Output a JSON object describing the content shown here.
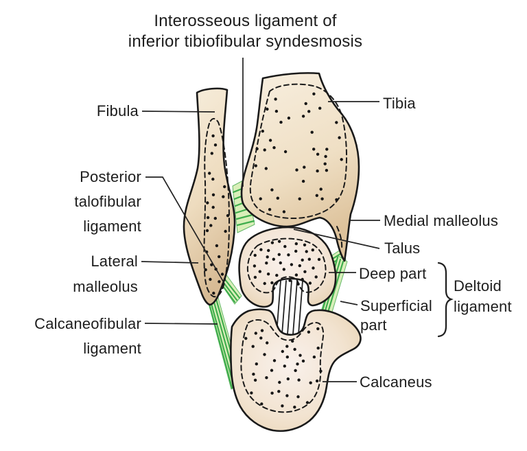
{
  "figure": {
    "title": "Interosseous ligament of\ninferior tibiofibular syndesmosis",
    "labels": {
      "fibula": "Fibula",
      "posterior_talofibular": "Posterior\ntalofibular\nligament",
      "lateral_malleolus": "Lateral\nmalleolus",
      "calcaneofibular": "Calcaneofibular\nligament",
      "tibia": "Tibia",
      "medial_malleolus": "Medial malleolus",
      "talus": "Talus",
      "deep_part": "Deep part",
      "superficial_part": "Superficial\npart",
      "deltoid_ligament": "Deltoid\nligament",
      "calcaneus": "Calcaneus"
    },
    "colors": {
      "background": "#ffffff",
      "text": "#1d1d1d",
      "bone_outline": "#1a1a1a",
      "bone_light": "#f7eedd",
      "bone_mid": "#eedcbf",
      "bone_dark": "#d7bb95",
      "bone_inner_pink": "#f9f1ec",
      "ligament_fill": "#d9efb9",
      "ligament_stripe": "#3fad4d",
      "leader_line": "#222222"
    }
  }
}
